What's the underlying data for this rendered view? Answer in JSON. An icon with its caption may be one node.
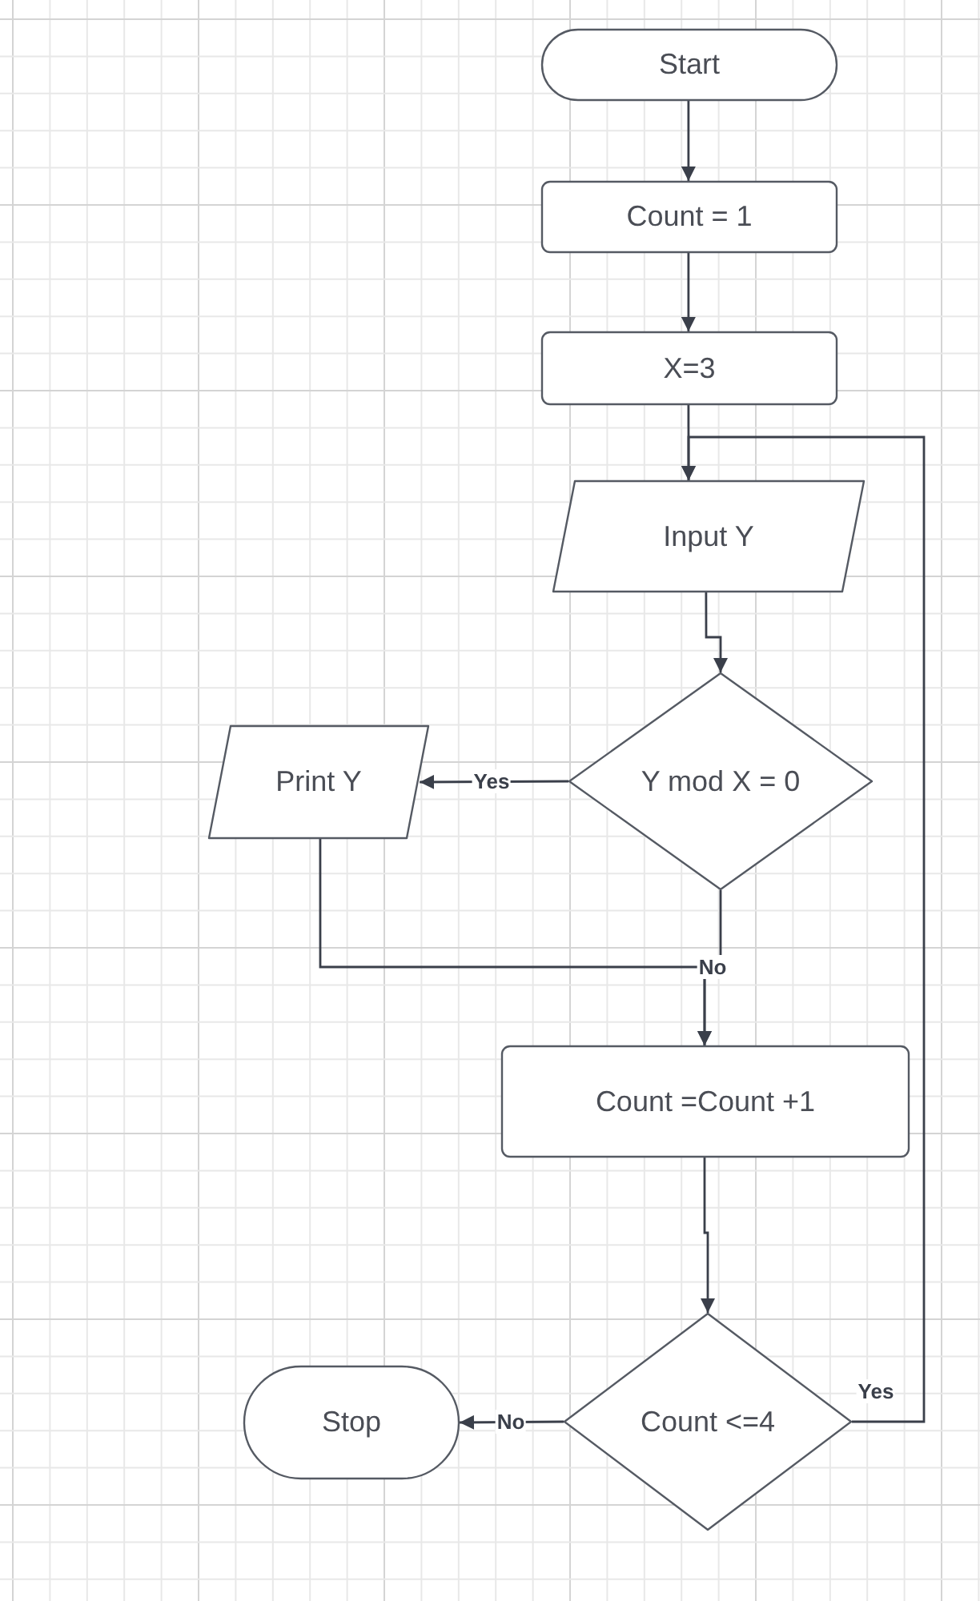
{
  "diagram": {
    "nodes": [
      {
        "text": [
          "Start"
        ]
      },
      {
        "text": [
          "Count = 1"
        ]
      },
      {
        "text": [
          "X=3"
        ]
      },
      {
        "text": [
          "Input Y"
        ]
      },
      {
        "text": [
          "Y mod X = 0"
        ]
      },
      {
        "text": [
          "Print Y"
        ]
      },
      {
        "text": [
          "Count =Count +1"
        ]
      },
      {
        "text": [
          "Count <=4"
        ]
      },
      {
        "text": [
          "Stop"
        ]
      }
    ],
    "edges": [
      {
        "from": 0,
        "to": 1,
        "arrow": "to"
      },
      {
        "from": 1,
        "to": 2,
        "arrow": "to"
      },
      {
        "from": 2,
        "to": 3,
        "arrow": "to"
      },
      {
        "from": 3,
        "to": 4,
        "arrow": "to"
      },
      {
        "from": 4,
        "to": 5,
        "arrow": "to",
        "label": "Yes"
      },
      {
        "from": 4,
        "to": 6,
        "arrow": "to",
        "label": "No"
      },
      {
        "from": 5,
        "to": 6,
        "arrow": "to"
      },
      {
        "from": 6,
        "to": 7,
        "arrow": "to"
      },
      {
        "from": 7,
        "to": 8,
        "arrow": "to",
        "label": "No"
      },
      {
        "from": 7,
        "to": 3,
        "arrow": "to",
        "label": "Yes"
      }
    ]
  }
}
